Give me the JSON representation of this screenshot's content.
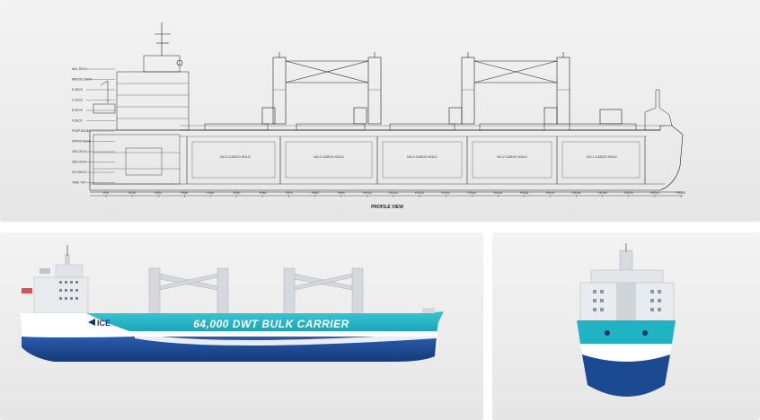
{
  "profile_drawing": {
    "caption": "PROFILE VIEW",
    "holds": [
      "NO.5 CARGO HOLD",
      "NO.4 CARGO HOLD",
      "NO.3 CARGO HOLD",
      "NO.2 CARGO HOLD",
      "NO.1 CARGO HOLD"
    ],
    "frame_labels": [
      "F.R1",
      "FR10",
      "FR20",
      "FR30",
      "FR40",
      "FR50",
      "FR60",
      "FR70",
      "FR80",
      "FR90",
      "FR100",
      "FR110",
      "FR120",
      "FR130",
      "FR140",
      "FR150",
      "FR160",
      "FR170",
      "FR180",
      "FR190",
      "FR200",
      "FR210",
      "FR220"
    ],
    "deck_labels": [
      "NAV. DECK",
      "BRIDGE DECK",
      "D DECK",
      "C DECK",
      "B DECK",
      "A DECK",
      "POOP DECK",
      "UPPER DECK",
      "2ND DECK",
      "3RD DECK",
      "4TH DECK",
      "TANK TOP"
    ]
  },
  "side_render": {
    "hull_text": "64,000 DWT BULK CARRIER",
    "logo_text": "ICE"
  },
  "colors": {
    "hull_teal": "#1fb3c4",
    "hull_navy": "#1b4a93",
    "boot_white": "#ffffff",
    "superstructure": "#e9ecef",
    "crane": "#cfd4d9"
  }
}
